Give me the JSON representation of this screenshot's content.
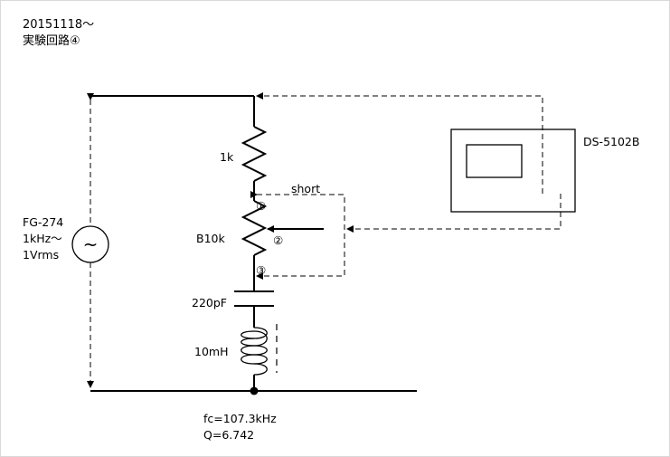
{
  "header": {
    "date": "20151118～",
    "title": "実験回路④"
  },
  "labels": {
    "resistor": "1k",
    "pot": "B10k",
    "capacitor": "220pF",
    "inductor": "10mH",
    "short": "short",
    "scope": "DS-5102B",
    "gen_model": "FG-274",
    "gen_freq": "1kHz～",
    "gen_level": "1Vrms",
    "gen_symbol": "~",
    "pin1": "①",
    "pin2": "②",
    "pin3": "③",
    "fc": "fc=107.3kHz",
    "q": "Q=6.742"
  }
}
